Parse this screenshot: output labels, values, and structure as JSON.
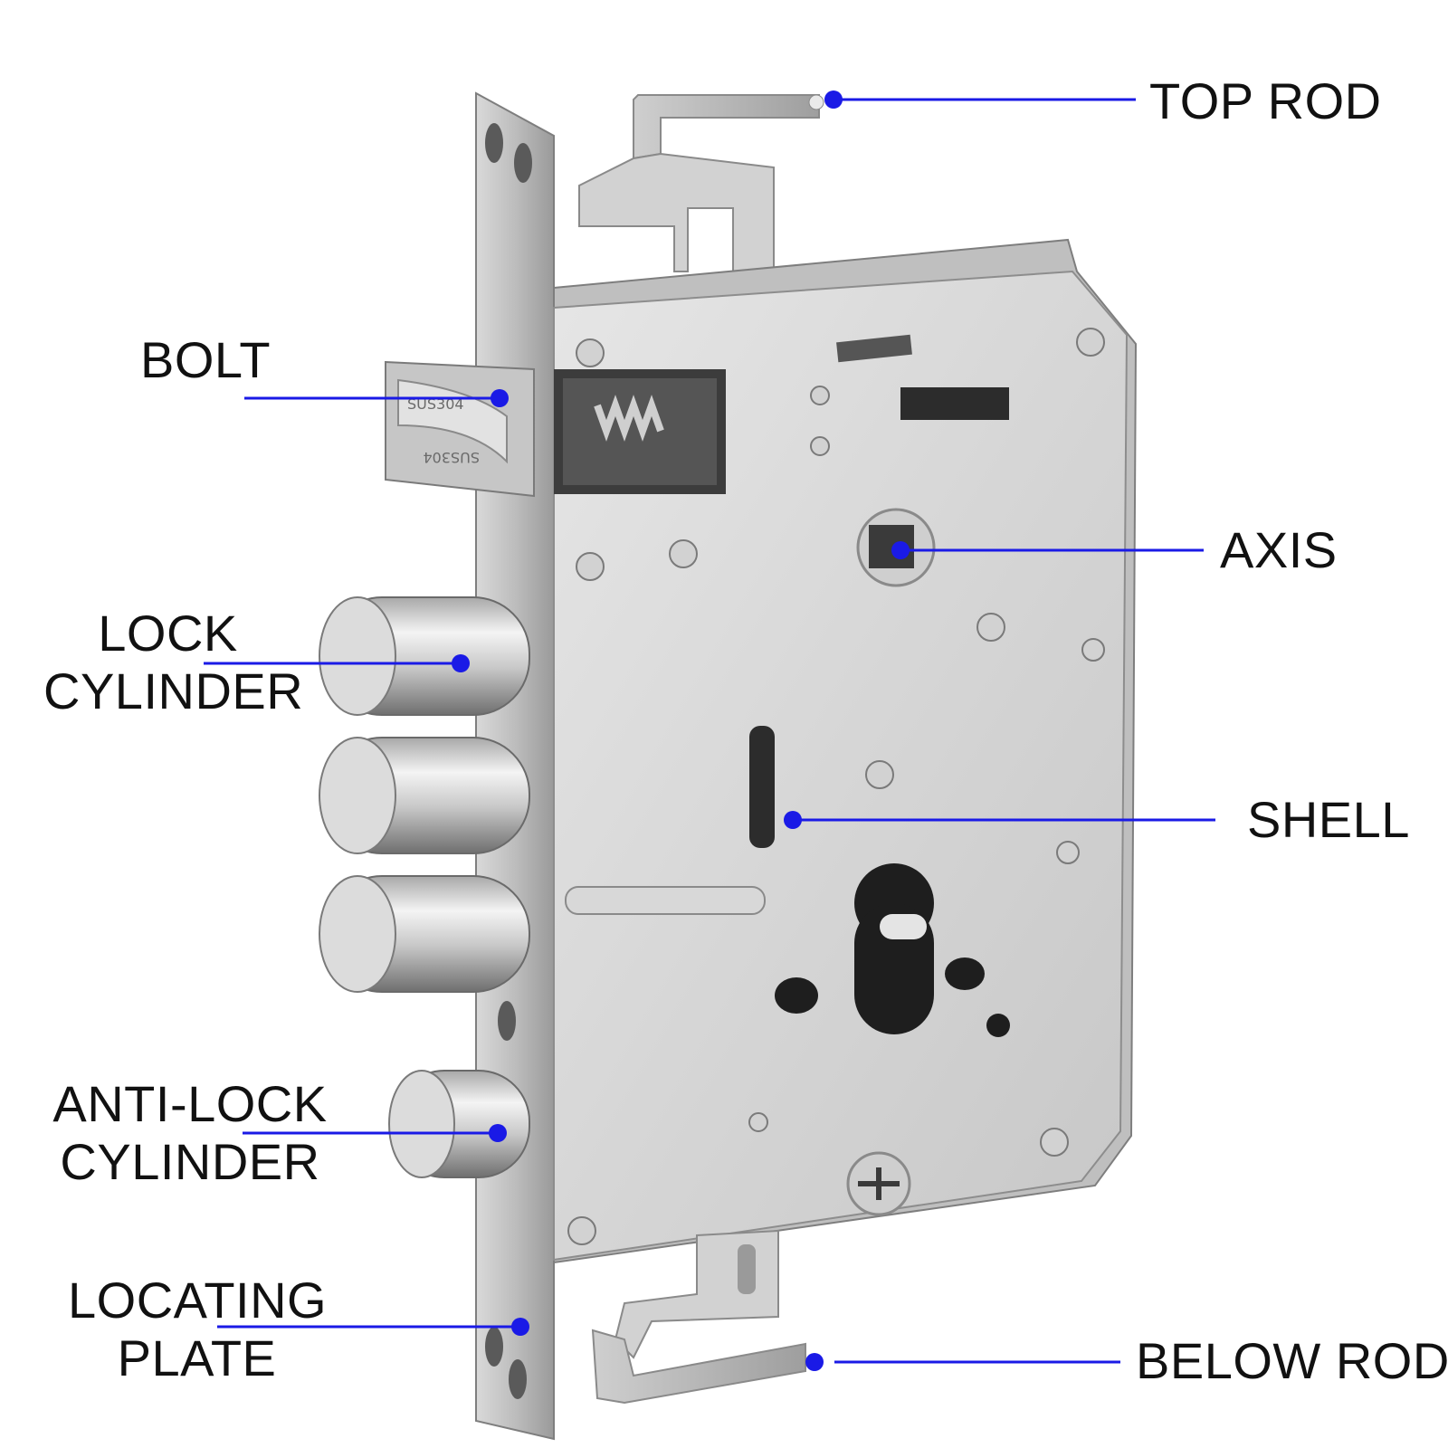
{
  "colors": {
    "leader": "#1a1ae6",
    "dot": "#1a1ae6",
    "text": "#111111",
    "steel_light": "#e8e8e8",
    "steel_mid": "#c9c9c9",
    "steel_dark": "#8d8d8d"
  },
  "labels": {
    "top_rod": "TOP ROD",
    "bolt": "BOLT",
    "axis": "AXIS",
    "lock_cylinder_1": "LOCK",
    "lock_cylinder_2": "CYLINDER",
    "shell": "SHELL",
    "anti_lock_cylinder_1": "ANTI-LOCK",
    "anti_lock_cylinder_2": "CYLINDER",
    "locating_plate_1": "LOCATING",
    "locating_plate_2": "PLATE",
    "below_rod": "BELOW ROD"
  },
  "bolt_stamp": "SUS304"
}
